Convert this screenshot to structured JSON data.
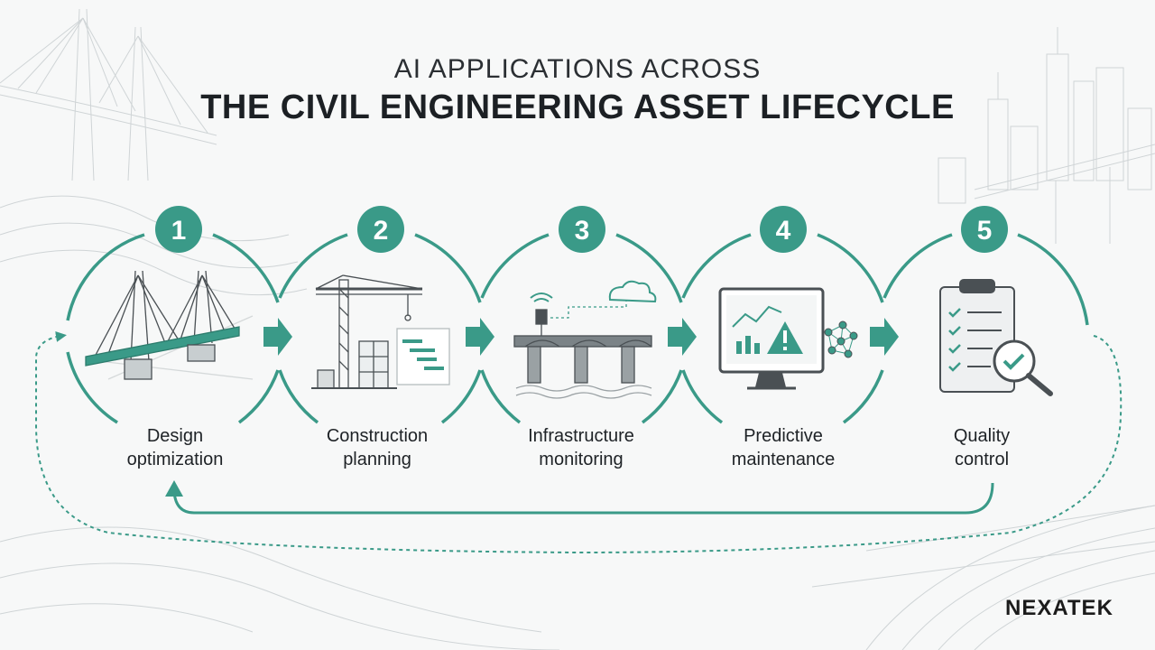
{
  "title": {
    "line1": "AI APPLICATIONS ACROSS",
    "line2": "THE CIVIL ENGINEERING ASSET LIFECYCLE"
  },
  "stages": [
    {
      "number": "1",
      "line1": "Design",
      "line2": "optimization",
      "icon": "cable-stayed-bridge-icon"
    },
    {
      "number": "2",
      "line1": "Construction",
      "line2": "planning",
      "icon": "tower-crane-gantt-icon"
    },
    {
      "number": "3",
      "line1": "Infrastructure",
      "line2": "monitoring",
      "icon": "bridge-sensor-cloud-icon"
    },
    {
      "number": "4",
      "line1": "Predictive",
      "line2": "maintenance",
      "icon": "monitor-warning-network-icon"
    },
    {
      "number": "5",
      "line1": "Quality",
      "line2": "control",
      "icon": "clipboard-checklist-magnifier-icon"
    }
  ],
  "logo": {
    "text": "NEXATEK"
  },
  "colors": {
    "accent": "#3a9a88",
    "dark": "#2b2f33",
    "line": "#9aa3a6"
  }
}
